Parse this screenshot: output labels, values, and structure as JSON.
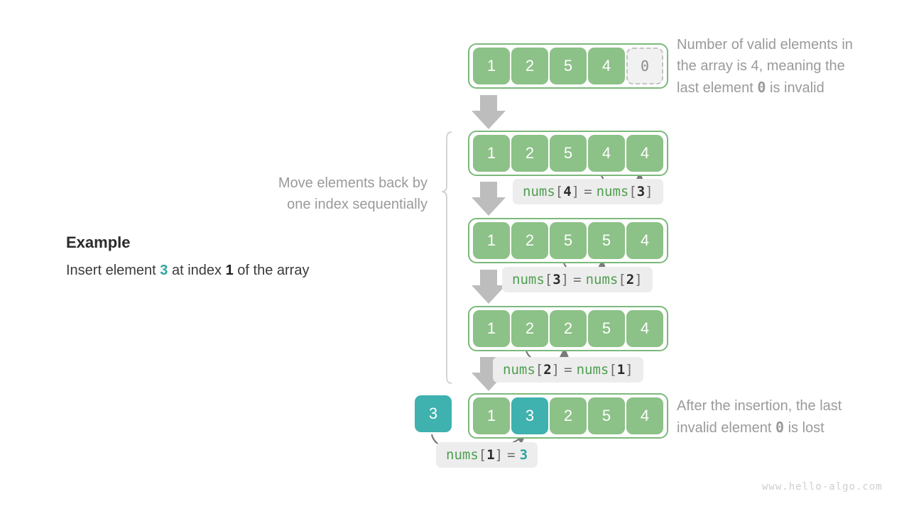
{
  "example": {
    "title": "Example",
    "text_prefix": "Insert element ",
    "value": "3",
    "text_mid": " at index ",
    "index": "1",
    "text_suffix": " of the array"
  },
  "notes": {
    "top_line1": "Number of valid elements in",
    "top_line2": "the array is 4, meaning the",
    "top_line3_prefix": "last element ",
    "top_line3_value": "0",
    "top_line3_suffix": " is invalid",
    "left_line1": "Move elements back by",
    "left_line2": "one index sequentially",
    "bottom_line1": "After the insertion, the last",
    "bottom_line2_prefix": "invalid element ",
    "bottom_line2_value": "0",
    "bottom_line2_suffix": " is lost"
  },
  "rows": [
    {
      "name": "initial-array",
      "cells": [
        {
          "value": "1",
          "style": "green"
        },
        {
          "value": "2",
          "style": "green"
        },
        {
          "value": "5",
          "style": "green"
        },
        {
          "value": "4",
          "style": "green"
        },
        {
          "value": "0",
          "style": "empty"
        }
      ]
    },
    {
      "name": "shift-step-1",
      "cells": [
        {
          "value": "1",
          "style": "green"
        },
        {
          "value": "2",
          "style": "green"
        },
        {
          "value": "5",
          "style": "green"
        },
        {
          "value": "4",
          "style": "green"
        },
        {
          "value": "4",
          "style": "green"
        }
      ]
    },
    {
      "name": "shift-step-2",
      "cells": [
        {
          "value": "1",
          "style": "green"
        },
        {
          "value": "2",
          "style": "green"
        },
        {
          "value": "5",
          "style": "green"
        },
        {
          "value": "5",
          "style": "green"
        },
        {
          "value": "4",
          "style": "green"
        }
      ]
    },
    {
      "name": "shift-step-3",
      "cells": [
        {
          "value": "1",
          "style": "green"
        },
        {
          "value": "2",
          "style": "green"
        },
        {
          "value": "2",
          "style": "green"
        },
        {
          "value": "5",
          "style": "green"
        },
        {
          "value": "4",
          "style": "green"
        }
      ]
    },
    {
      "name": "final-array",
      "cells": [
        {
          "value": "1",
          "style": "green"
        },
        {
          "value": "3",
          "style": "teal"
        },
        {
          "value": "2",
          "style": "green"
        },
        {
          "value": "5",
          "style": "green"
        },
        {
          "value": "4",
          "style": "green"
        }
      ]
    }
  ],
  "insert_box": {
    "value": "3"
  },
  "code_steps": [
    {
      "name": "assign-4-from-3",
      "lhs_id": "nums",
      "lhs_index": "4",
      "op": "=",
      "rhs_id": "nums",
      "rhs_index": "3",
      "rhs_kind": "index"
    },
    {
      "name": "assign-3-from-2",
      "lhs_id": "nums",
      "lhs_index": "3",
      "op": "=",
      "rhs_id": "nums",
      "rhs_index": "2",
      "rhs_kind": "index"
    },
    {
      "name": "assign-2-from-1",
      "lhs_id": "nums",
      "lhs_index": "2",
      "op": "=",
      "rhs_id": "nums",
      "rhs_index": "1",
      "rhs_kind": "index"
    },
    {
      "name": "assign-1-value",
      "lhs_id": "nums",
      "lhs_index": "1",
      "op": "=",
      "rhs_value": "3",
      "rhs_kind": "value"
    }
  ],
  "watermark": "www.hello-algo.com",
  "colors": {
    "green": "#8cc187",
    "green_border": "#7cb97c",
    "teal": "#3fb1ae",
    "code_green": "#4f9e50",
    "gray_text": "#9a9a9a",
    "arrow_gray": "#b4b4b4",
    "chip_bg": "#ededed"
  }
}
